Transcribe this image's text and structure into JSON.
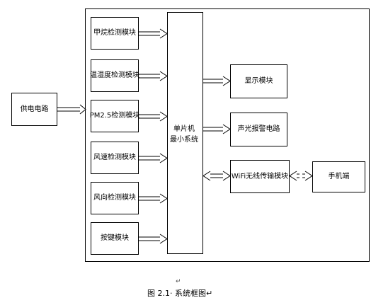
{
  "diagram": {
    "power_supply": "供电电路",
    "sensors": [
      "甲烷检测模块",
      "温湿度检测模块",
      "PM2.5检测模块",
      "风速检测模块",
      "风向检测模块",
      "按键模块"
    ],
    "mcu_line1": "单片机",
    "mcu_line2": "最小系统",
    "display": "显示模块",
    "alarm": "声光报警电路",
    "wifi": "WiFi无线传输模块",
    "phone": "手机端"
  },
  "caption": {
    "mark": "↵",
    "text": "图 2.1· 系统框图↵"
  }
}
